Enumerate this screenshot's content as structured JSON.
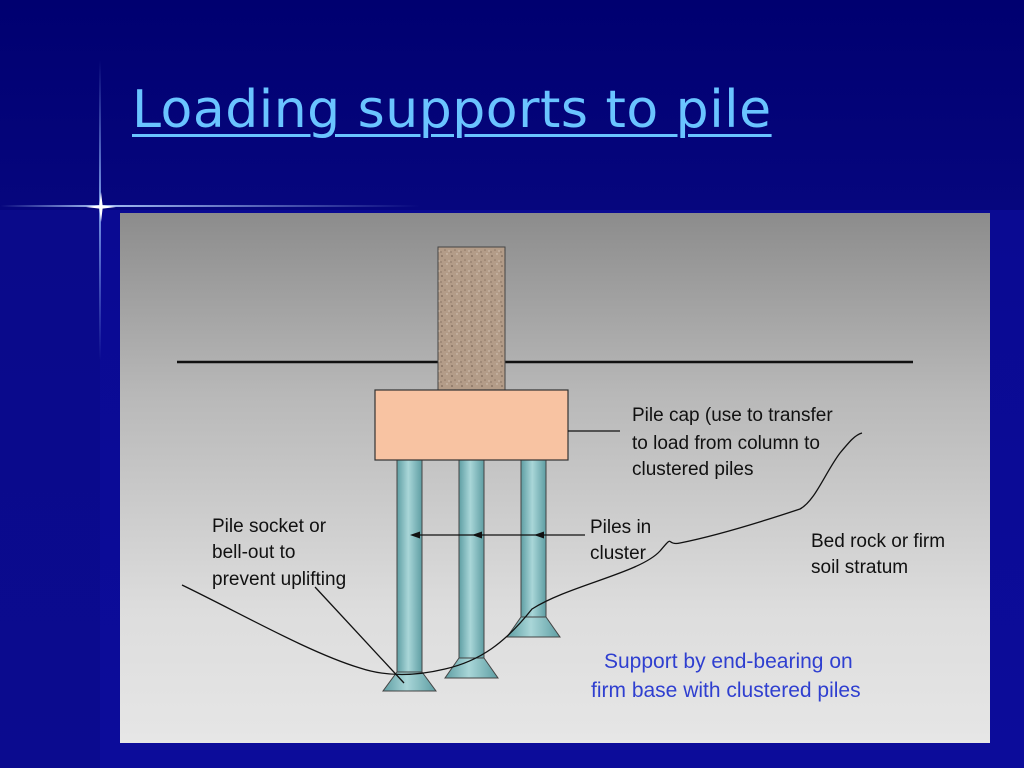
{
  "slide": {
    "title": "Loading supports to pile"
  },
  "figure": {
    "labels": {
      "pile_cap": [
        "Pile cap (use to transfer",
        "to load from column to",
        "clustered piles"
      ],
      "pile_socket": [
        "Pile socket or",
        "bell-out to",
        "prevent uplifting"
      ],
      "piles_in_cluster": [
        "Piles in",
        "cluster"
      ],
      "bed_rock": [
        "Bed rock or firm",
        "soil stratum"
      ]
    },
    "caption": [
      "Support by end-bearing on",
      "firm base with clustered piles"
    ]
  },
  "colors": {
    "title": "#6ac4ff",
    "caption": "#2f3fd0",
    "pile_cap_fill": "#f8c3a2",
    "pile_fill": "#8fc3c6",
    "column_fill": "#b39c88"
  }
}
